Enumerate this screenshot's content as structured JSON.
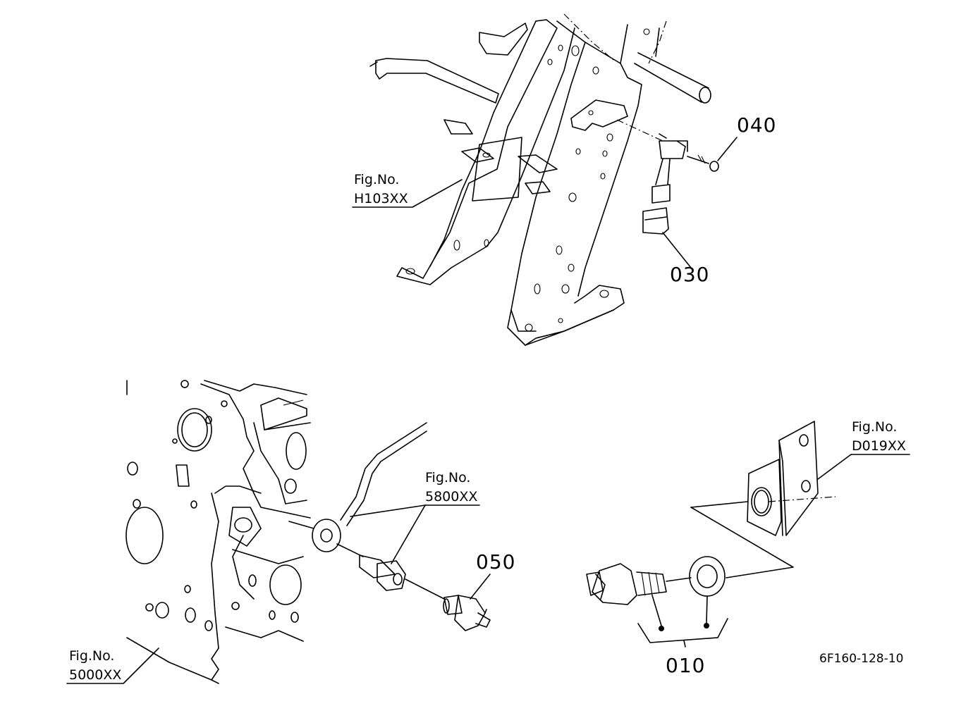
{
  "labels": {
    "fig_h103": {
      "caption": "Fig.No.",
      "number": "H103XX"
    },
    "fig_5800": {
      "caption": "Fig.No.",
      "number": "5800XX"
    },
    "fig_d019": {
      "caption": "Fig.No.",
      "number": "D019XX"
    },
    "fig_5000": {
      "caption": "Fig.No.",
      "number": "5000XX"
    }
  },
  "parts": {
    "p010": "010",
    "p030": "030",
    "p040": "040",
    "p050": "050"
  },
  "drawing_code": "6F160-128-10"
}
